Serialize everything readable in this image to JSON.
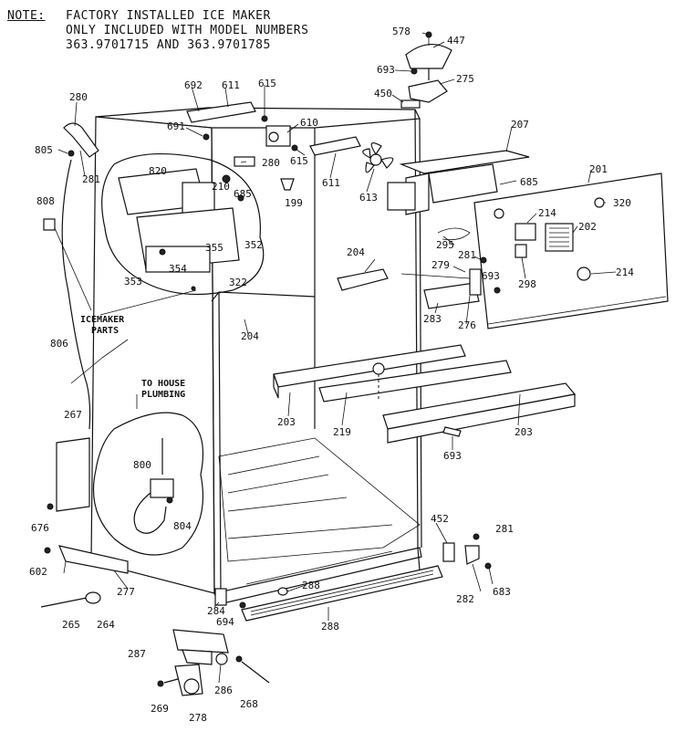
{
  "note": {
    "header": "NOTE:",
    "lines": [
      "FACTORY INSTALLED ICE MAKER",
      "ONLY INCLUDED WITH MODEL NUMBERS",
      "363.9701715 AND 363.9701785"
    ]
  },
  "callouts": {
    "icemaker_parts": [
      "ICEMAKER",
      "PARTS"
    ],
    "house_plumbing": [
      "TO HOUSE",
      "PLUMBING"
    ]
  },
  "parts": [
    {
      "id": "p578",
      "num": "578"
    },
    {
      "id": "p447",
      "num": "447"
    },
    {
      "id": "p693a",
      "num": "693"
    },
    {
      "id": "p275",
      "num": "275"
    },
    {
      "id": "p450",
      "num": "450"
    },
    {
      "id": "p280a",
      "num": "280"
    },
    {
      "id": "p692",
      "num": "692"
    },
    {
      "id": "p611a",
      "num": "611"
    },
    {
      "id": "p615a",
      "num": "615"
    },
    {
      "id": "p691",
      "num": "691"
    },
    {
      "id": "p610",
      "num": "610"
    },
    {
      "id": "p207",
      "num": "207"
    },
    {
      "id": "p805",
      "num": "805"
    },
    {
      "id": "p281a",
      "num": "281"
    },
    {
      "id": "p820",
      "num": "820"
    },
    {
      "id": "p280b",
      "num": "280"
    },
    {
      "id": "p615b",
      "num": "615"
    },
    {
      "id": "p611b",
      "num": "611"
    },
    {
      "id": "p613",
      "num": "613"
    },
    {
      "id": "p685a",
      "num": "685"
    },
    {
      "id": "p201",
      "num": "201"
    },
    {
      "id": "p210",
      "num": "210"
    },
    {
      "id": "p685b",
      "num": "685"
    },
    {
      "id": "p199",
      "num": "199"
    },
    {
      "id": "p320",
      "num": "320"
    },
    {
      "id": "p808",
      "num": "808"
    },
    {
      "id": "p214a",
      "num": "214"
    },
    {
      "id": "p202",
      "num": "202"
    },
    {
      "id": "p355",
      "num": "355"
    },
    {
      "id": "p352",
      "num": "352"
    },
    {
      "id": "p295",
      "num": "295"
    },
    {
      "id": "p204a",
      "num": "204"
    },
    {
      "id": "p281b",
      "num": "281"
    },
    {
      "id": "p354",
      "num": "354"
    },
    {
      "id": "p353",
      "num": "353"
    },
    {
      "id": "p322",
      "num": "322"
    },
    {
      "id": "p279",
      "num": "279"
    },
    {
      "id": "p693b",
      "num": "693"
    },
    {
      "id": "p298",
      "num": "298"
    },
    {
      "id": "p214b",
      "num": "214"
    },
    {
      "id": "p283",
      "num": "283"
    },
    {
      "id": "p276",
      "num": "276"
    },
    {
      "id": "p204b",
      "num": "204"
    },
    {
      "id": "p806",
      "num": "806"
    },
    {
      "id": "p267",
      "num": "267"
    },
    {
      "id": "p203a",
      "num": "203"
    },
    {
      "id": "p219",
      "num": "219"
    },
    {
      "id": "p203b",
      "num": "203"
    },
    {
      "id": "p693c",
      "num": "693"
    },
    {
      "id": "p800",
      "num": "800"
    },
    {
      "id": "p804",
      "num": "804"
    },
    {
      "id": "p676",
      "num": "676"
    },
    {
      "id": "p452",
      "num": "452"
    },
    {
      "id": "p281c",
      "num": "281"
    },
    {
      "id": "p602",
      "num": "602"
    },
    {
      "id": "p288a",
      "num": "288"
    },
    {
      "id": "p277",
      "num": "277"
    },
    {
      "id": "p284",
      "num": "284"
    },
    {
      "id": "p282",
      "num": "282"
    },
    {
      "id": "p683",
      "num": "683"
    },
    {
      "id": "p265",
      "num": "265"
    },
    {
      "id": "p264",
      "num": "264"
    },
    {
      "id": "p694",
      "num": "694"
    },
    {
      "id": "p288b",
      "num": "288"
    },
    {
      "id": "p287",
      "num": "287"
    },
    {
      "id": "p286",
      "num": "286"
    },
    {
      "id": "p269",
      "num": "269"
    },
    {
      "id": "p278",
      "num": "278"
    },
    {
      "id": "p268",
      "num": "268"
    }
  ]
}
